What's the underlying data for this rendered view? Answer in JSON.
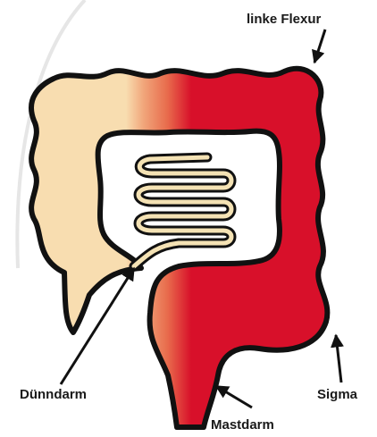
{
  "labels": {
    "left_flexure": "linke Flexur",
    "small_intestine": "Dünndarm",
    "sigmoid": "Sigma",
    "rectum": "Mastdarm"
  },
  "colors": {
    "healthy": "#f8ddb0",
    "diseased": "#d8102a",
    "transition_1": "#f1a57a",
    "transition_2": "#e86b4c",
    "outline": "#111111",
    "small_intestine_fill": "#f4e2b4"
  },
  "icons": {
    "arrow": "arrow-icon"
  }
}
